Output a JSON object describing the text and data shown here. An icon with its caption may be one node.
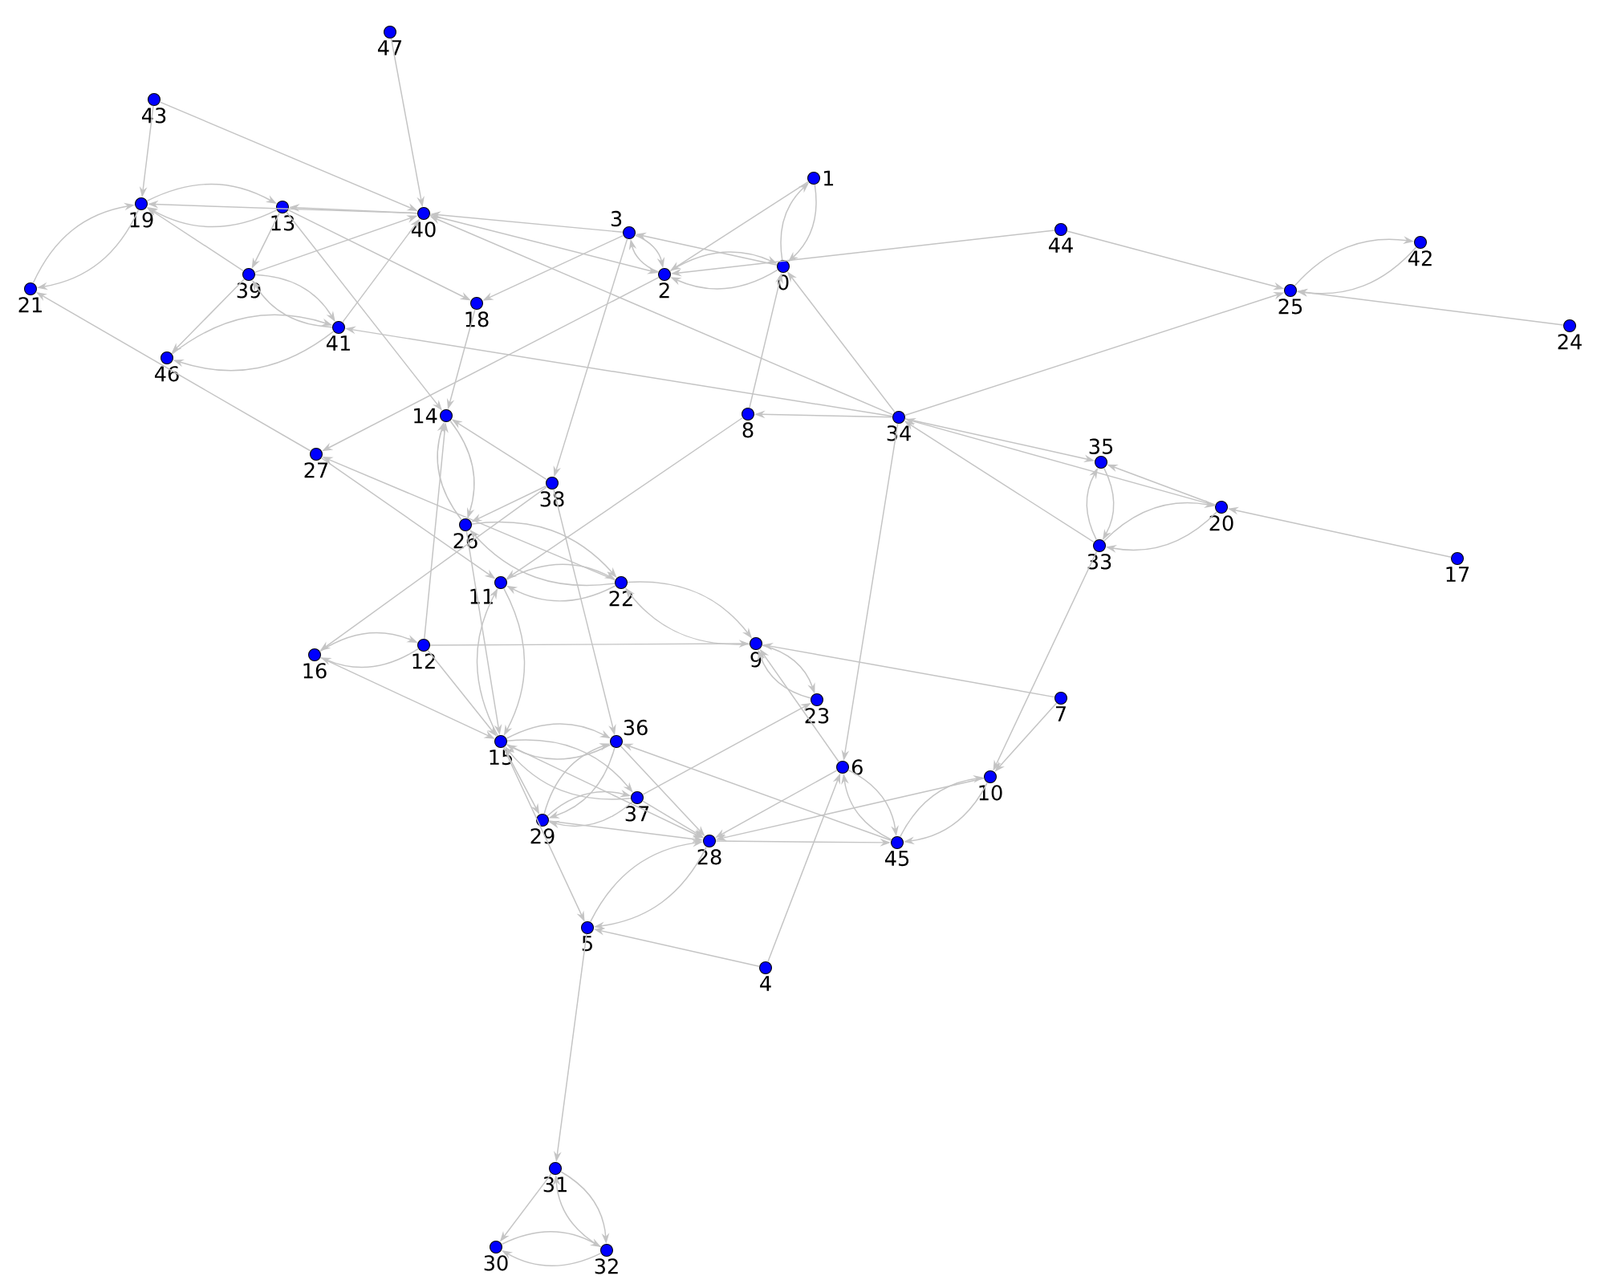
{
  "diagram": {
    "nodes": [
      {
        "text": [
          "0"
        ]
      },
      {
        "text": [
          "1"
        ]
      },
      {
        "text": [
          "2"
        ]
      },
      {
        "text": [
          "3"
        ]
      },
      {
        "text": [
          "4"
        ]
      },
      {
        "text": [
          "5"
        ]
      },
      {
        "text": [
          "6"
        ]
      },
      {
        "text": [
          "7"
        ]
      },
      {
        "text": [
          "8"
        ]
      },
      {
        "text": [
          "9"
        ]
      },
      {
        "text": [
          "10"
        ]
      },
      {
        "text": [
          "11"
        ]
      },
      {
        "text": [
          "12"
        ]
      },
      {
        "text": [
          "13"
        ]
      },
      {
        "text": [
          "14"
        ]
      },
      {
        "text": [
          "15"
        ]
      },
      {
        "text": [
          "16"
        ]
      },
      {
        "text": [
          "17"
        ]
      },
      {
        "text": [
          "18"
        ]
      },
      {
        "text": [
          "19"
        ]
      },
      {
        "text": [
          "20"
        ]
      },
      {
        "text": [
          "21"
        ]
      },
      {
        "text": [
          "22"
        ]
      },
      {
        "text": [
          "23"
        ]
      },
      {
        "text": [
          "24"
        ]
      },
      {
        "text": [
          "25"
        ]
      },
      {
        "text": [
          "26"
        ]
      },
      {
        "text": [
          "27"
        ]
      },
      {
        "text": [
          "28"
        ]
      },
      {
        "text": [
          "29"
        ]
      },
      {
        "text": [
          "30"
        ]
      },
      {
        "text": [
          "31"
        ]
      },
      {
        "text": [
          "32"
        ]
      },
      {
        "text": [
          "33"
        ]
      },
      {
        "text": [
          "34"
        ]
      },
      {
        "text": [
          "35"
        ]
      },
      {
        "text": [
          "36"
        ]
      },
      {
        "text": [
          "37"
        ]
      },
      {
        "text": [
          "38"
        ]
      },
      {
        "text": [
          "39"
        ]
      },
      {
        "text": [
          "40"
        ]
      },
      {
        "text": [
          "41"
        ]
      },
      {
        "text": [
          "42"
        ]
      },
      {
        "text": [
          "43"
        ]
      },
      {
        "text": [
          "44"
        ]
      },
      {
        "text": [
          "45"
        ]
      },
      {
        "text": [
          "46"
        ]
      },
      {
        "text": [
          "47"
        ]
      }
    ],
    "edges": [
      {
        "from": 47,
        "to": 40,
        "arrow": "to"
      },
      {
        "from": 43,
        "to": 40,
        "arrow": "to"
      },
      {
        "from": 43,
        "to": 19,
        "arrow": "to"
      },
      {
        "from": 40,
        "to": 19,
        "arrow": "to"
      },
      {
        "from": 13,
        "to": 19,
        "arrow": "to"
      },
      {
        "from": 19,
        "to": 13,
        "arrow": "to"
      },
      {
        "from": 19,
        "to": 21,
        "arrow": "to"
      },
      {
        "from": 21,
        "to": 19,
        "arrow": "to"
      },
      {
        "from": 27,
        "to": 21,
        "arrow": "to"
      },
      {
        "from": 13,
        "to": 39,
        "arrow": "to"
      },
      {
        "from": 39,
        "to": 19,
        "arrow": "to"
      },
      {
        "from": 39,
        "to": 46,
        "arrow": "to"
      },
      {
        "from": 46,
        "to": 41,
        "arrow": "to"
      },
      {
        "from": 41,
        "to": 46,
        "arrow": "to"
      },
      {
        "from": 41,
        "to": 39,
        "arrow": "to"
      },
      {
        "from": 39,
        "to": 41,
        "arrow": "to"
      },
      {
        "from": 39,
        "to": 40,
        "arrow": "to"
      },
      {
        "from": 40,
        "to": 13,
        "arrow": "to"
      },
      {
        "from": 41,
        "to": 40,
        "arrow": "to"
      },
      {
        "from": 13,
        "to": 18,
        "arrow": "to"
      },
      {
        "from": 13,
        "to": 14,
        "arrow": "to"
      },
      {
        "from": 3,
        "to": 40,
        "arrow": "to"
      },
      {
        "from": 40,
        "to": 2,
        "arrow": "to"
      },
      {
        "from": 34,
        "to": 40,
        "arrow": "to"
      },
      {
        "from": 3,
        "to": 18,
        "arrow": "to"
      },
      {
        "from": 18,
        "to": 14,
        "arrow": "to"
      },
      {
        "from": 14,
        "to": 26,
        "arrow": "to"
      },
      {
        "from": 26,
        "to": 14,
        "arrow": "to"
      },
      {
        "from": 2,
        "to": 27,
        "arrow": "to"
      },
      {
        "from": 34,
        "to": 41,
        "arrow": "to"
      },
      {
        "from": 0,
        "to": 3,
        "arrow": "to"
      },
      {
        "from": 2,
        "to": 3,
        "arrow": "to"
      },
      {
        "from": 3,
        "to": 2,
        "arrow": "to"
      },
      {
        "from": 0,
        "to": 2,
        "arrow": "to"
      },
      {
        "from": 2,
        "to": 0,
        "arrow": "to"
      },
      {
        "from": 1,
        "to": 2,
        "arrow": "to"
      },
      {
        "from": 1,
        "to": 0,
        "arrow": "to"
      },
      {
        "from": 0,
        "to": 1,
        "arrow": "to"
      },
      {
        "from": 44,
        "to": 2,
        "arrow": "to"
      },
      {
        "from": 34,
        "to": 0,
        "arrow": "to"
      },
      {
        "from": 8,
        "to": 0,
        "arrow": "to"
      },
      {
        "from": 34,
        "to": 8,
        "arrow": "to"
      },
      {
        "from": 34,
        "to": 25,
        "arrow": "to"
      },
      {
        "from": 44,
        "to": 25,
        "arrow": "to"
      },
      {
        "from": 24,
        "to": 25,
        "arrow": "to"
      },
      {
        "from": 42,
        "to": 25,
        "arrow": "to"
      },
      {
        "from": 25,
        "to": 42,
        "arrow": "to"
      },
      {
        "from": 34,
        "to": 35,
        "arrow": "to"
      },
      {
        "from": 20,
        "to": 34,
        "arrow": "to"
      },
      {
        "from": 33,
        "to": 34,
        "arrow": "to"
      },
      {
        "from": 35,
        "to": 33,
        "arrow": "to"
      },
      {
        "from": 33,
        "to": 35,
        "arrow": "to"
      },
      {
        "from": 20,
        "to": 35,
        "arrow": "to"
      },
      {
        "from": 20,
        "to": 33,
        "arrow": "to"
      },
      {
        "from": 33,
        "to": 20,
        "arrow": "to"
      },
      {
        "from": 17,
        "to": 20,
        "arrow": "to"
      },
      {
        "from": 33,
        "to": 10,
        "arrow": "to"
      },
      {
        "from": 7,
        "to": 10,
        "arrow": "to"
      },
      {
        "from": 7,
        "to": 9,
        "arrow": "to"
      },
      {
        "from": 34,
        "to": 6,
        "arrow": "to"
      },
      {
        "from": 4,
        "to": 6,
        "arrow": "to"
      },
      {
        "from": 4,
        "to": 5,
        "arrow": "to"
      },
      {
        "from": 5,
        "to": 31,
        "arrow": "to"
      },
      {
        "from": 31,
        "to": 30,
        "arrow": "to"
      },
      {
        "from": 31,
        "to": 32,
        "arrow": "to"
      },
      {
        "from": 32,
        "to": 31,
        "arrow": "to"
      },
      {
        "from": 30,
        "to": 32,
        "arrow": "to"
      },
      {
        "from": 32,
        "to": 30,
        "arrow": "to"
      },
      {
        "from": 38,
        "to": 14,
        "arrow": "to"
      },
      {
        "from": 38,
        "to": 26,
        "arrow": "to"
      },
      {
        "from": 38,
        "to": 16,
        "arrow": "to"
      },
      {
        "from": 38,
        "to": 36,
        "arrow": "to"
      },
      {
        "from": 3,
        "to": 38,
        "arrow": "to"
      },
      {
        "from": 22,
        "to": 27,
        "arrow": "to"
      },
      {
        "from": 27,
        "to": 11,
        "arrow": "to"
      },
      {
        "from": 26,
        "to": 22,
        "arrow": "to"
      },
      {
        "from": 22,
        "to": 26,
        "arrow": "to"
      },
      {
        "from": 11,
        "to": 22,
        "arrow": "to"
      },
      {
        "from": 22,
        "to": 11,
        "arrow": "to"
      },
      {
        "from": 8,
        "to": 11,
        "arrow": "to"
      },
      {
        "from": 12,
        "to": 14,
        "arrow": "to"
      },
      {
        "from": 12,
        "to": 16,
        "arrow": "to"
      },
      {
        "from": 16,
        "to": 12,
        "arrow": "to"
      },
      {
        "from": 12,
        "to": 9,
        "arrow": "to"
      },
      {
        "from": 22,
        "to": 9,
        "arrow": "to"
      },
      {
        "from": 9,
        "to": 22,
        "arrow": "to"
      },
      {
        "from": 16,
        "to": 15,
        "arrow": "to"
      },
      {
        "from": 12,
        "to": 15,
        "arrow": "to"
      },
      {
        "from": 26,
        "to": 15,
        "arrow": "to"
      },
      {
        "from": 11,
        "to": 15,
        "arrow": "to"
      },
      {
        "from": 15,
        "to": 11,
        "arrow": "to"
      },
      {
        "from": 9,
        "to": 23,
        "arrow": "to"
      },
      {
        "from": 23,
        "to": 9,
        "arrow": "to"
      },
      {
        "from": 6,
        "to": 9,
        "arrow": "to"
      },
      {
        "from": 37,
        "to": 23,
        "arrow": "to"
      },
      {
        "from": 15,
        "to": 29,
        "arrow": "to"
      },
      {
        "from": 15,
        "to": 5,
        "arrow": "to"
      },
      {
        "from": 15,
        "to": 28,
        "arrow": "to"
      },
      {
        "from": 15,
        "to": 37,
        "arrow": "to"
      },
      {
        "from": 37,
        "to": 15,
        "arrow": "to"
      },
      {
        "from": 36,
        "to": 15,
        "arrow": "to"
      },
      {
        "from": 15,
        "to": 36,
        "arrow": "to"
      },
      {
        "from": 29,
        "to": 36,
        "arrow": "to"
      },
      {
        "from": 36,
        "to": 29,
        "arrow": "to"
      },
      {
        "from": 37,
        "to": 29,
        "arrow": "to"
      },
      {
        "from": 29,
        "to": 37,
        "arrow": "to"
      },
      {
        "from": 36,
        "to": 28,
        "arrow": "to"
      },
      {
        "from": 37,
        "to": 28,
        "arrow": "to"
      },
      {
        "from": 29,
        "to": 28,
        "arrow": "to"
      },
      {
        "from": 28,
        "to": 5,
        "arrow": "to"
      },
      {
        "from": 5,
        "to": 28,
        "arrow": "to"
      },
      {
        "from": 6,
        "to": 28,
        "arrow": "to"
      },
      {
        "from": 10,
        "to": 28,
        "arrow": "to"
      },
      {
        "from": 45,
        "to": 36,
        "arrow": "to"
      },
      {
        "from": 28,
        "to": 45,
        "arrow": "to"
      },
      {
        "from": 10,
        "to": 45,
        "arrow": "to"
      },
      {
        "from": 45,
        "to": 10,
        "arrow": "to"
      },
      {
        "from": 6,
        "to": 45,
        "arrow": "to"
      },
      {
        "from": 45,
        "to": 6,
        "arrow": "to"
      }
    ]
  }
}
